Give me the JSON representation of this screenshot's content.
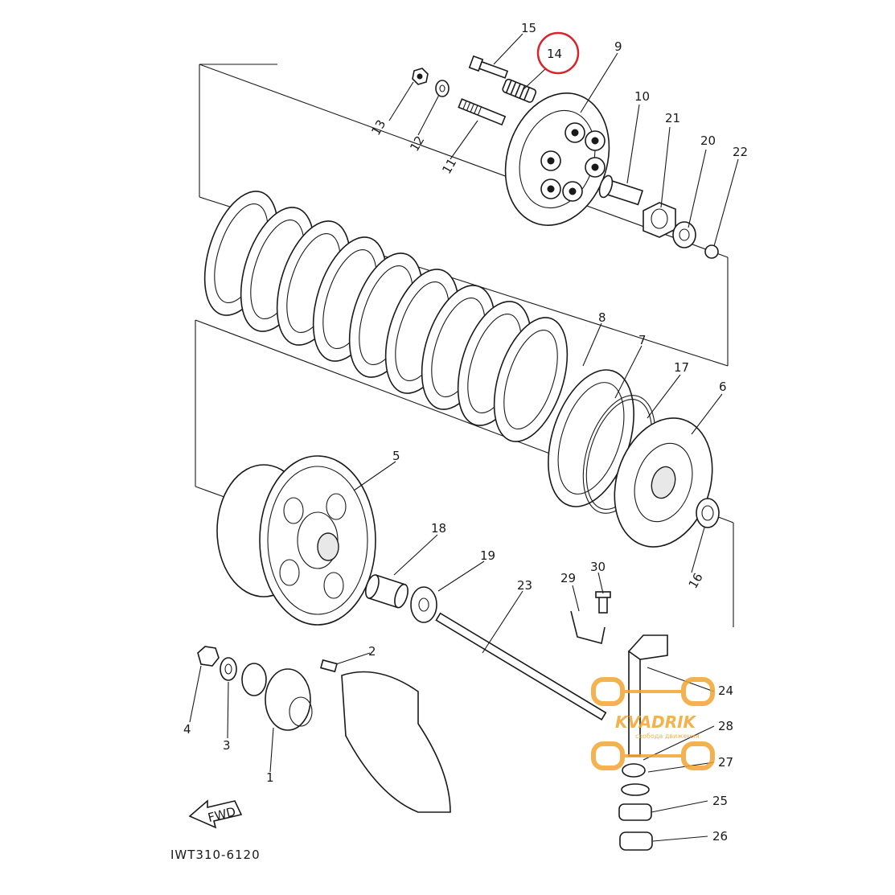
{
  "diagram": {
    "drawing_code": "IWT310-6120",
    "direction_label": "FWD",
    "highlighted_callout": "14",
    "highlight_color": "#d9232a",
    "callouts": [
      "1",
      "2",
      "3",
      "4",
      "5",
      "6",
      "7",
      "8",
      "9",
      "10",
      "11",
      "12",
      "13",
      "14",
      "15",
      "16",
      "17",
      "18",
      "19",
      "20",
      "21",
      "22",
      "23",
      "24",
      "25",
      "26",
      "27",
      "28",
      "29",
      "30"
    ]
  },
  "watermark": {
    "brand": "KVADRIK",
    "tagline": "свобода движения",
    "color": "#f2a531"
  }
}
